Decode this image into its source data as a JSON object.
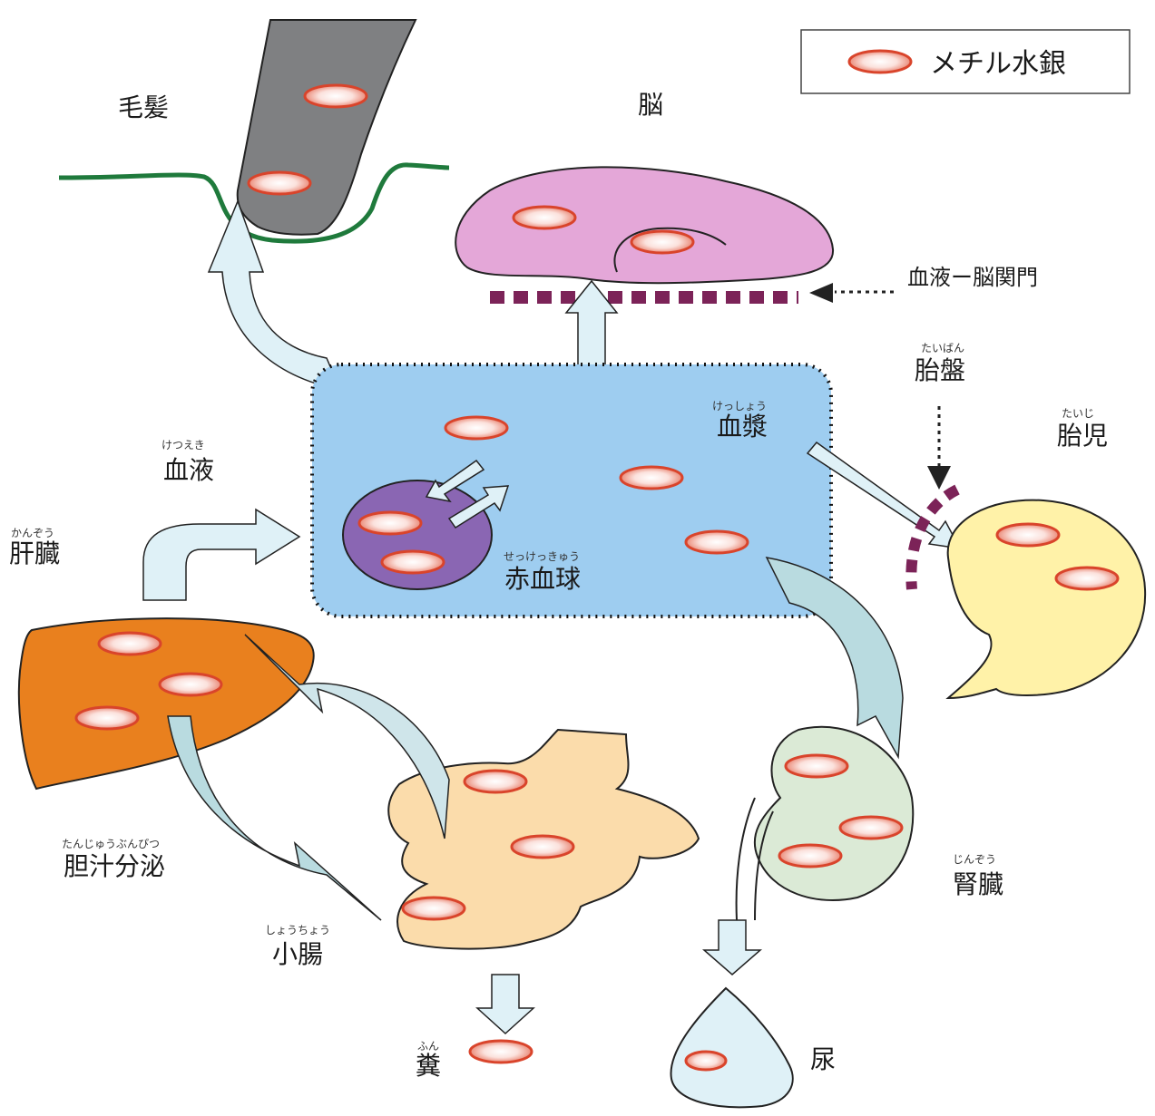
{
  "legend": {
    "label": "メチル水銀",
    "marker_icon": "methylmercury-marker-icon"
  },
  "labels": {
    "hair": "毛髪",
    "brain": "脳",
    "bbb": "血液ー脳関門",
    "placenta": "胎盤",
    "placenta_ruby": "たいばん",
    "fetus": "胎児",
    "fetus_ruby": "たいじ",
    "blood": "血液",
    "blood_ruby": "けつえき",
    "plasma": "血漿",
    "plasma_ruby": "けっしょう",
    "rbc": "赤血球",
    "rbc_ruby": "せっけっきゅう",
    "liver": "肝臓",
    "liver_ruby": "かんぞう",
    "bile": "胆汁分泌",
    "bile_ruby": "たんじゅうぶんぴつ",
    "intestine": "小腸",
    "intestine_ruby": "しょうちょう",
    "kidney": "腎臓",
    "kidney_ruby": "じんぞう",
    "feces": "糞",
    "feces_ruby": "ふん",
    "urine": "尿"
  },
  "colors": {
    "marker_fill": "#ffffff",
    "marker_stroke": "#d9442b",
    "hair": "#7f8082",
    "scalp": "#1f7a3c",
    "brain": "#e4a7d8",
    "barrier": "#7c2358",
    "blood_box": "#9ecdf0",
    "rbc": "#8a66b3",
    "fetus": "#fff2a8",
    "liver": "#e9801e",
    "intestine": "#fbdcab",
    "kidney": "#dbead6",
    "arrow": "#dff1f7",
    "urine": "#dff1f7"
  }
}
